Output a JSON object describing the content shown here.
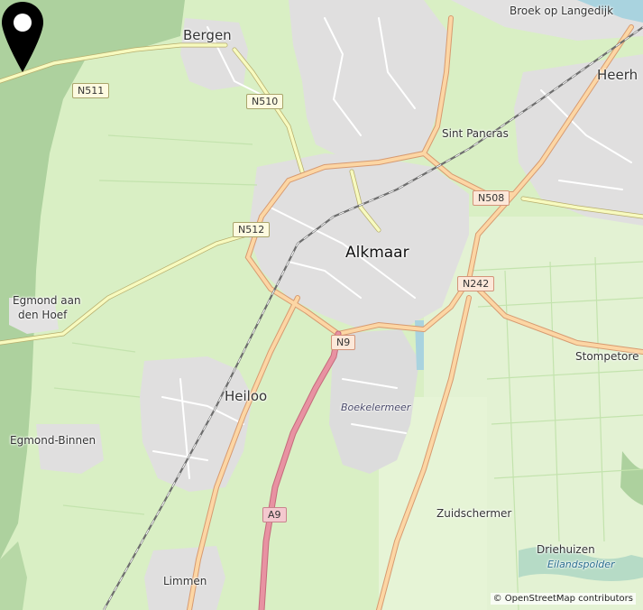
{
  "map": {
    "colors": {
      "land": "#d9efc4",
      "forest": "#add19e",
      "urban": "#e0dfdf",
      "water": "#a9d3df",
      "minor_road": "#ffffff",
      "secondary_road": "#f7fabf",
      "primary_road": "#fcd6a4",
      "motorway": "#e892a2",
      "railway": "#777777",
      "marker": "#000000"
    },
    "places": {
      "bergen": "Bergen",
      "alkmaar": "Alkmaar",
      "heiloo": "Heiloo",
      "broek": "Broek op Langedijk",
      "heerhugowaard": "Heerh",
      "sint_pancras": "Sint Pancras",
      "egmond_aan_den_hoef_1": "Egmond aan",
      "egmond_aan_den_hoef_2": "den Hoef",
      "egmond_binnen": "Egmond-Binnen",
      "stompetoren": "Stompetore",
      "boekelermeer": "Boekelermeer",
      "zuidschermer": "Zuidschermer",
      "driehuizen": "Driehuizen",
      "eilandspolder": "Eilandspolder",
      "limmen": "Limmen"
    },
    "roads": {
      "n511": "N511",
      "n510": "N510",
      "n512": "N512",
      "n508": "N508",
      "n242": "N242",
      "n9": "N9",
      "a9": "A9"
    },
    "marker_icon": "map-pin-icon",
    "attribution": "© OpenStreetMap contributors"
  }
}
